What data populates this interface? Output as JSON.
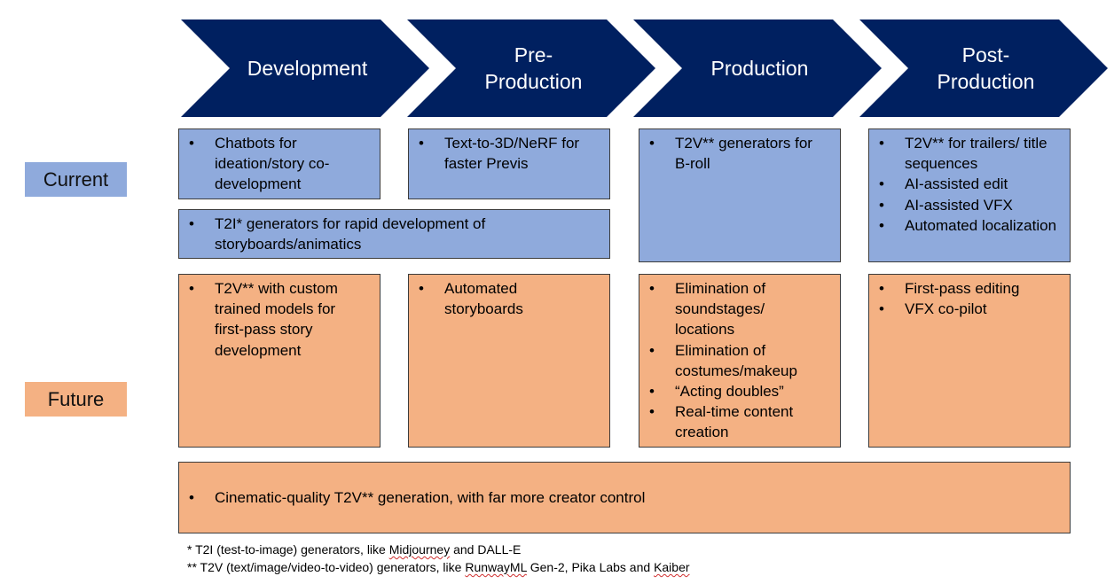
{
  "colors": {
    "arrow": "#002060",
    "current_fill": "#8faadc",
    "future_fill": "#f4b183",
    "border": "#3c3c3c"
  },
  "stages": [
    {
      "title": "Development"
    },
    {
      "title": "Pre-\nProduction"
    },
    {
      "title": "Production"
    },
    {
      "title": "Post-\nProduction"
    }
  ],
  "rows": {
    "current_label": "Current",
    "future_label": "Future"
  },
  "current": {
    "development": [
      "Chatbots for ideation/story co-development"
    ],
    "preproduction": [
      "Text-to-3D/NeRF for faster Previs"
    ],
    "shared_dev_pre": [
      "T2I* generators for rapid development of storyboards/animatics"
    ],
    "production": [
      "T2V** generators for B-roll"
    ],
    "postproduction": [
      "T2V** for trailers/ title sequences",
      "AI-assisted edit",
      "AI-assisted VFX",
      "Automated localization"
    ]
  },
  "future": {
    "development": [
      "T2V** with custom trained models for first-pass story development"
    ],
    "preproduction": [
      "Automated storyboards"
    ],
    "production": [
      "Elimination of soundstages/ locations",
      "Elimination of costumes/makeup",
      "“Acting doubles”",
      "Real-time content creation"
    ],
    "postproduction": [
      "First-pass editing",
      "VFX co-pilot"
    ],
    "all_stages": [
      "Cinematic-quality T2V** generation, with far more creator control"
    ]
  },
  "footnotes": {
    "note1_prefix": "*  T2I (test-to-image) generators, like ",
    "note1_midjourney": "Midjourney",
    "note1_suffix": " and DALL-E",
    "note2_prefix": "** T2V (text/image/video-to-video) generators, like ",
    "note2_runway": "RunwayML",
    "note2_middle": " Gen-2, Pika Labs and ",
    "note2_kaiber": "Kaiber"
  }
}
